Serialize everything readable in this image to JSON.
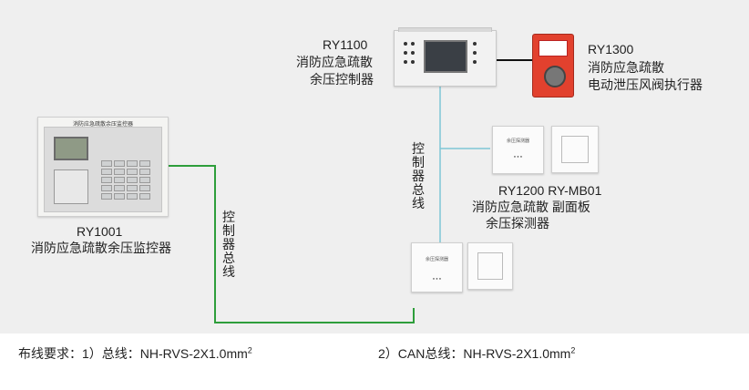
{
  "devices": {
    "ry1001": {
      "model": "RY1001",
      "name": "消防应急疏散余压监控器",
      "panel_title": "消防应急疏散余压监控器"
    },
    "ry1100": {
      "model": "RY1100",
      "name_line1": "消防应急疏散",
      "name_line2": "余压控制器"
    },
    "ry1300": {
      "model": "RY1300",
      "name_line1": "消防应急疏散",
      "name_line2": "电动泄压风阀执行器"
    },
    "ry1200": {
      "model_line": "RY1200 RY-MB01",
      "name_line1": "消防应急疏散  副面板",
      "name_line2": "余压探测器",
      "detector_tag": "余压探测器"
    }
  },
  "buses": {
    "left_label": "控制器总线",
    "right_label": "控制器总线"
  },
  "wiring": {
    "line1_prefix": "布线要求：1）总线：NH-RVS-2X1.0mm",
    "line1_sup": "2",
    "line2_prefix": "2）CAN总线：NH-RVS-2X1.0mm",
    "line2_sup": "2"
  },
  "colors": {
    "left_bus": "#2e9e3b",
    "right_bus": "#7fc6d6",
    "actuator_cable": "#111111"
  }
}
